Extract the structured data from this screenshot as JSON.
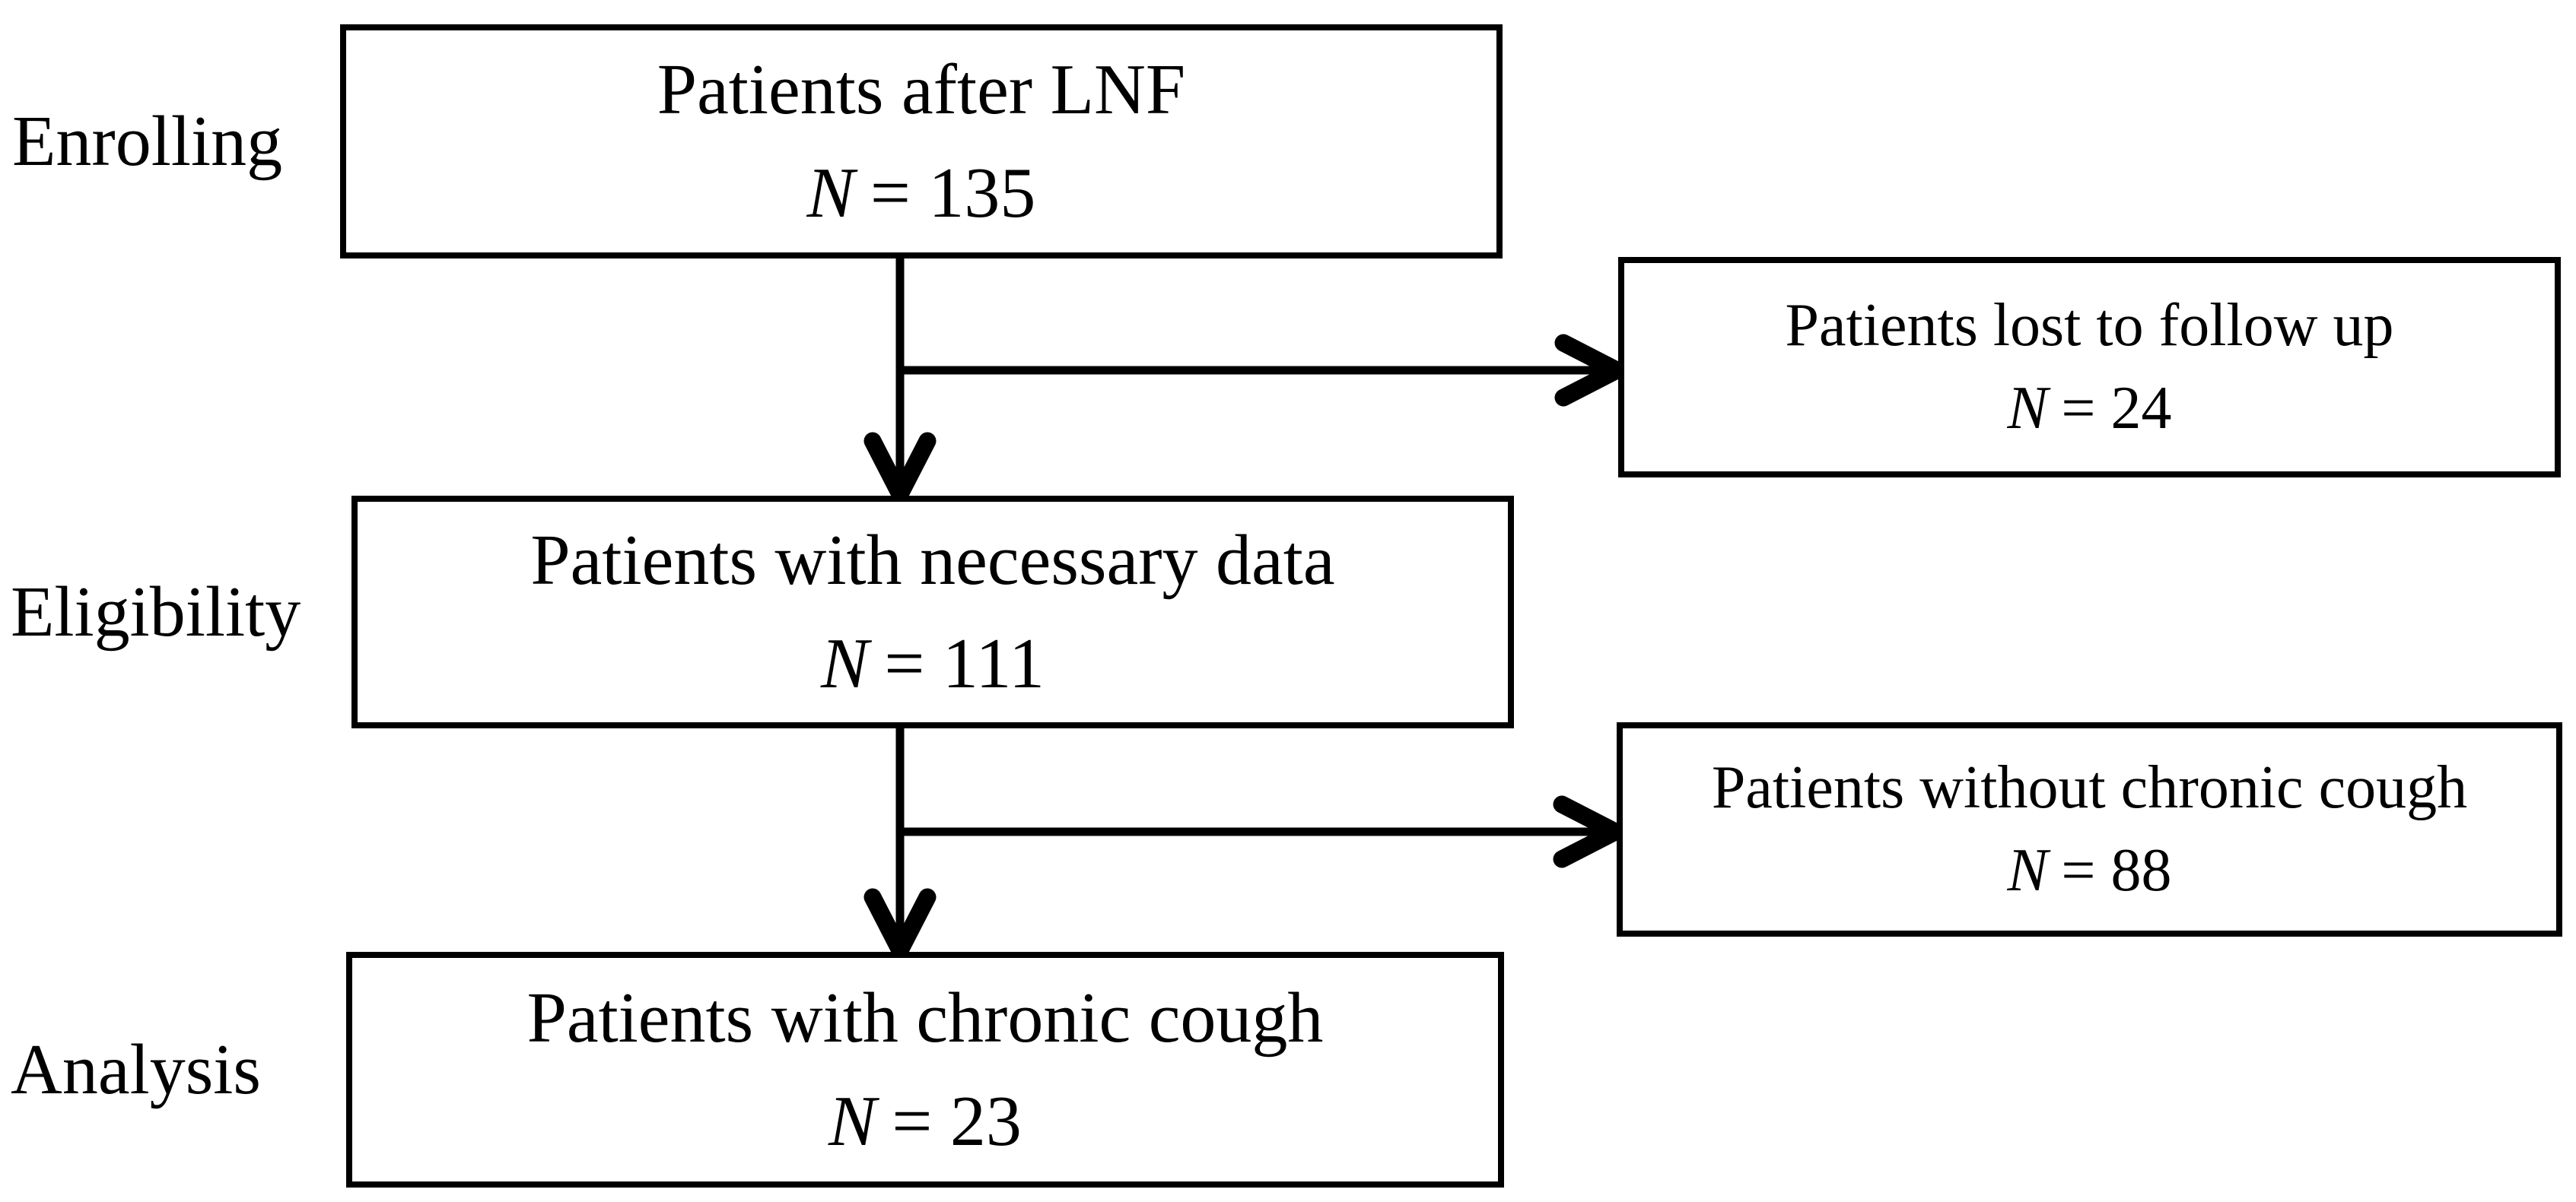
{
  "diagram": {
    "stages": [
      {
        "label": "Enrolling"
      },
      {
        "label": "Eligibility"
      },
      {
        "label": "Analysis"
      }
    ],
    "main_boxes": [
      {
        "title": "Patients after LNF",
        "n_symbol": "N",
        "n_rest": "= 135"
      },
      {
        "title": "Patients with necessary data",
        "n_symbol": "N",
        "n_rest": "= 111"
      },
      {
        "title": "Patients with chronic cough",
        "n_symbol": "N",
        "n_rest": "= 23"
      }
    ],
    "side_boxes": [
      {
        "title": "Patients lost to follow up",
        "n_symbol": "N",
        "n_rest": "= 24"
      },
      {
        "title": "Patients without chronic cough",
        "n_symbol": "N",
        "n_rest": "= 88"
      }
    ],
    "colors": {
      "line": "#000000",
      "text": "#000000",
      "background": "#ffffff"
    }
  }
}
